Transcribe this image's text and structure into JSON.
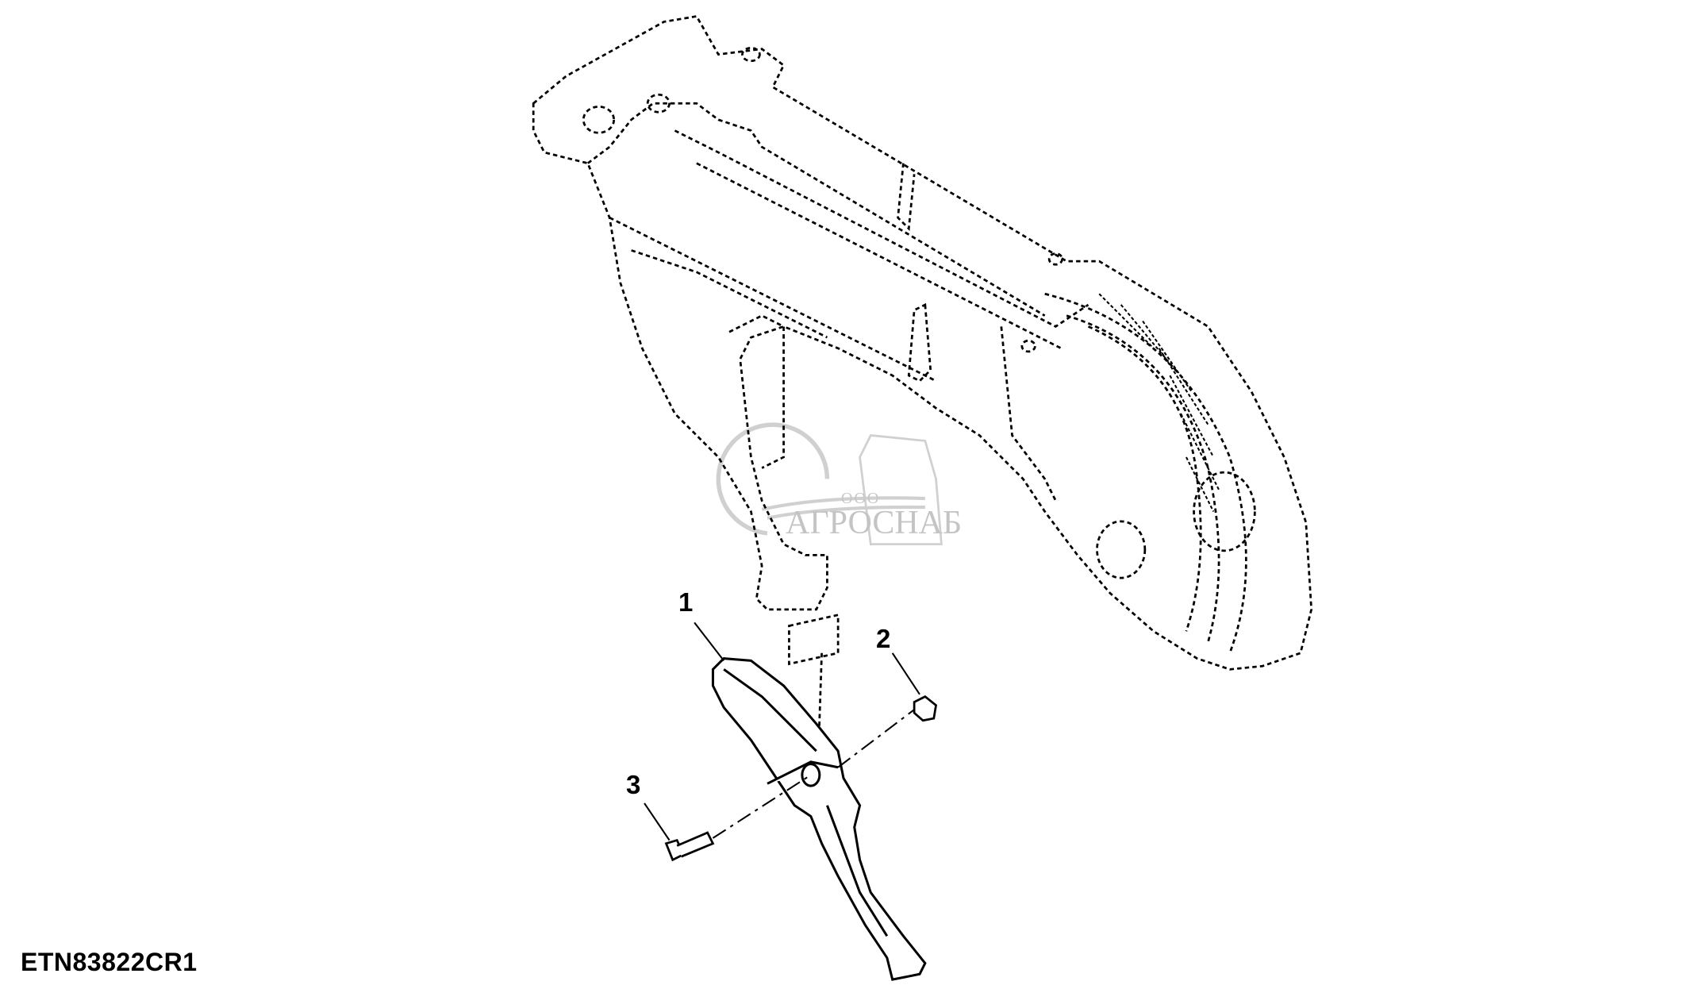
{
  "diagram": {
    "reference_code": "ETN83822CR1",
    "callouts": [
      {
        "number": "1",
        "part": "shank"
      },
      {
        "number": "2",
        "part": "nut"
      },
      {
        "number": "3",
        "part": "bolt"
      }
    ],
    "watermark": {
      "prefix": "ООО",
      "name": "АГРОСНАБ"
    },
    "line_color": "#000000",
    "watermark_color": "#c8c8c8"
  }
}
